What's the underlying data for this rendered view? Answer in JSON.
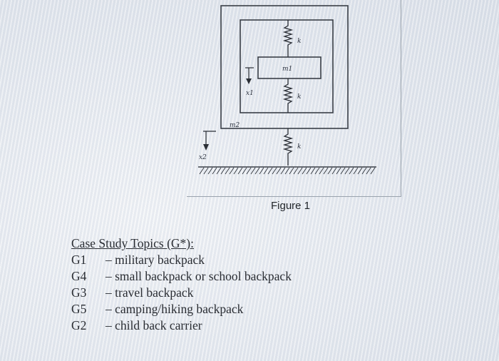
{
  "figure": {
    "caption": "Figure 1",
    "labels": {
      "spring_top": "k",
      "spring_mid": "k",
      "spring_bottom": "k",
      "mass_inner": "m1",
      "mass_outer": "m2",
      "disp_inner": "x1",
      "disp_outer": "x2"
    }
  },
  "topics": {
    "heading": "Case Study Topics (G*):",
    "items": [
      {
        "code": "G1",
        "text": "military backpack"
      },
      {
        "code": "G4",
        "text": "small backpack or school backpack"
      },
      {
        "code": "G3",
        "text": "travel backpack"
      },
      {
        "code": "G5",
        "text": "camping/hiking backpack"
      },
      {
        "code": "G2",
        "text": "child back carrier"
      }
    ]
  }
}
